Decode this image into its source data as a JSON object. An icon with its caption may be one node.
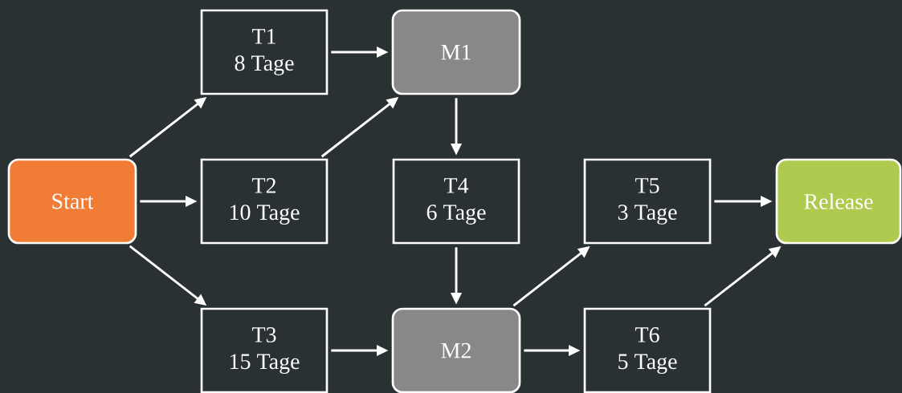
{
  "diagram": {
    "nodes": [
      {
        "text": [
          "T1",
          "8 Tage"
        ]
      },
      {
        "text": [
          "M1"
        ]
      },
      {
        "text": [
          "Start"
        ]
      },
      {
        "text": [
          "T2",
          "10 Tage"
        ]
      },
      {
        "text": [
          "T4",
          "6 Tage"
        ]
      },
      {
        "text": [
          "T5",
          "3 Tage"
        ]
      },
      {
        "text": [
          "Release"
        ]
      },
      {
        "text": [
          "T3",
          "15 Tage"
        ]
      },
      {
        "text": [
          "M2"
        ]
      },
      {
        "text": [
          "T6",
          "5 Tage"
        ]
      }
    ],
    "edges": [
      {
        "from": 2,
        "to": 0,
        "arrow": "to"
      },
      {
        "from": 2,
        "to": 3,
        "arrow": "to"
      },
      {
        "from": 2,
        "to": 7,
        "arrow": "to"
      },
      {
        "from": 0,
        "to": 1,
        "arrow": "to"
      },
      {
        "from": 3,
        "to": 1,
        "arrow": "to"
      },
      {
        "from": 1,
        "to": 4,
        "arrow": "to"
      },
      {
        "from": 4,
        "to": 8,
        "arrow": "to"
      },
      {
        "from": 7,
        "to": 8,
        "arrow": "to"
      },
      {
        "from": 8,
        "to": 5,
        "arrow": "to"
      },
      {
        "from": 8,
        "to": 9,
        "arrow": "to"
      },
      {
        "from": 5,
        "to": 6,
        "arrow": "to"
      },
      {
        "from": 9,
        "to": 6,
        "arrow": "to"
      }
    ]
  }
}
